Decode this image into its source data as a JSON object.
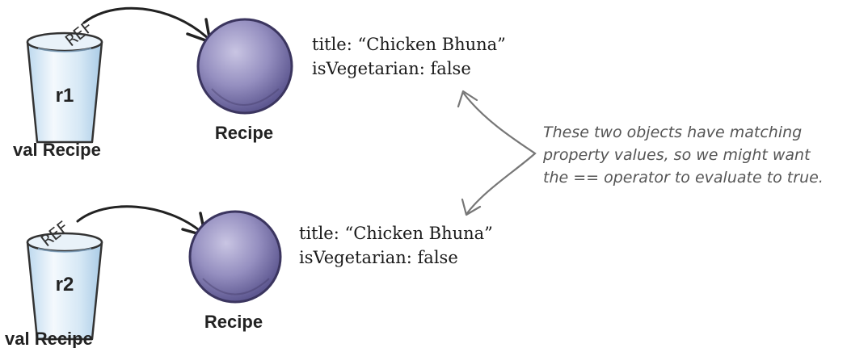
{
  "references": [
    {
      "var_name": "r1",
      "var_type": "val Recipe",
      "ref_tag": "REF",
      "object": {
        "class_name": "Recipe",
        "properties": [
          "title: “Chicken Bhuna”",
          "isVegetarian: false"
        ]
      }
    },
    {
      "var_name": "r2",
      "var_type": "val Recipe",
      "ref_tag": "REF",
      "object": {
        "class_name": "Recipe",
        "properties": [
          "title: “Chicken Bhuna”",
          "isVegetarian: false"
        ]
      }
    }
  ],
  "annotation": {
    "lines": [
      "These two objects have matching",
      "property values, so we might want",
      "the == operator to evaluate to true."
    ]
  },
  "colors": {
    "object_fill": "#8c86b6",
    "object_stroke": "#3b355f",
    "cup_fill": "#cfe3f2",
    "cup_stroke": "#333333",
    "arrow": "#222222",
    "annotation_arrow": "#777777"
  }
}
